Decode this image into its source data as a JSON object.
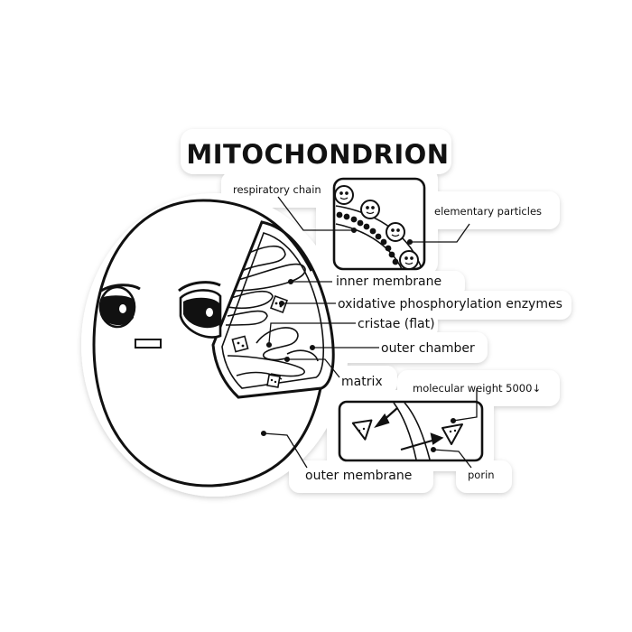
{
  "title": "MITOCHONDRION",
  "labels": {
    "respiratory_chain": "respiratory chain",
    "elementary_particles": "elementary particles",
    "inner_membrane": "inner membrane",
    "oxidative_enzymes": "oxidative phosphorylation enzymes",
    "cristae": "cristae (flat)",
    "outer_chamber": "outer chamber",
    "matrix": "matrix",
    "molecular_weight": "molecular weight 5000↓",
    "outer_membrane": "outer membrane",
    "porin": "porin"
  },
  "colors": {
    "ink": "#111111",
    "sticker_shadow": "#e4e4e4",
    "background": "#ffffff"
  },
  "icons": [
    "mitochondrion-face",
    "elementary-particle-face",
    "porin-arrow"
  ]
}
